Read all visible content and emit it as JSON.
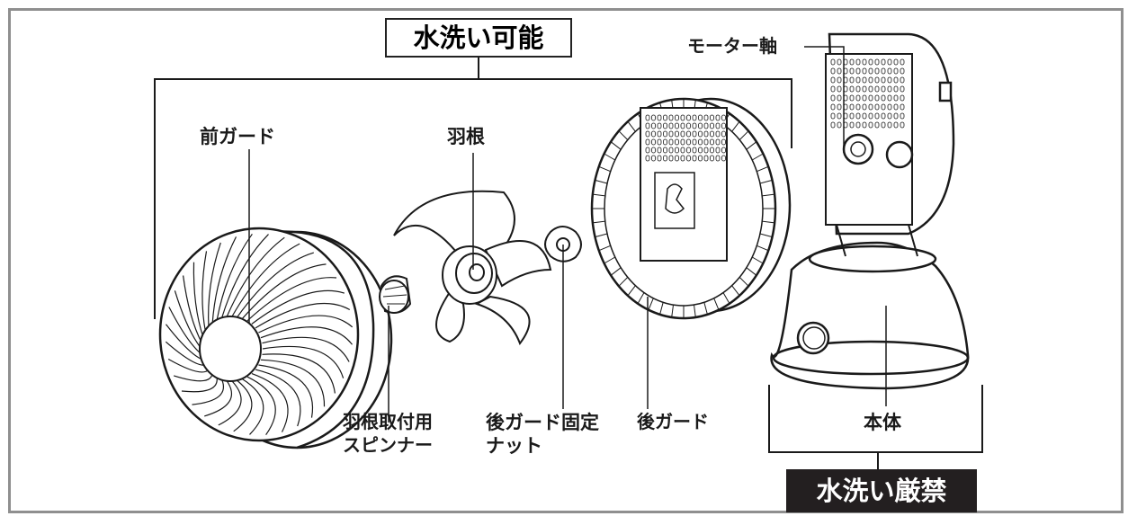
{
  "washable_header": "水洗い可能",
  "not_washable_header": "水洗い厳禁",
  "labels": {
    "motor_shaft": "モーター軸",
    "front_guard": "前ガード",
    "blade": "羽根",
    "spinner_line1": "羽根取付用",
    "spinner_line2": "スピンナー",
    "rear_nut_line1": "後ガード固定",
    "rear_nut_line2": "ナット",
    "rear_guard": "後ガード",
    "body": "本体"
  },
  "colors": {
    "border": "#8f8f8f",
    "ink": "#1a1a1a",
    "dark_box": "#231f20"
  }
}
